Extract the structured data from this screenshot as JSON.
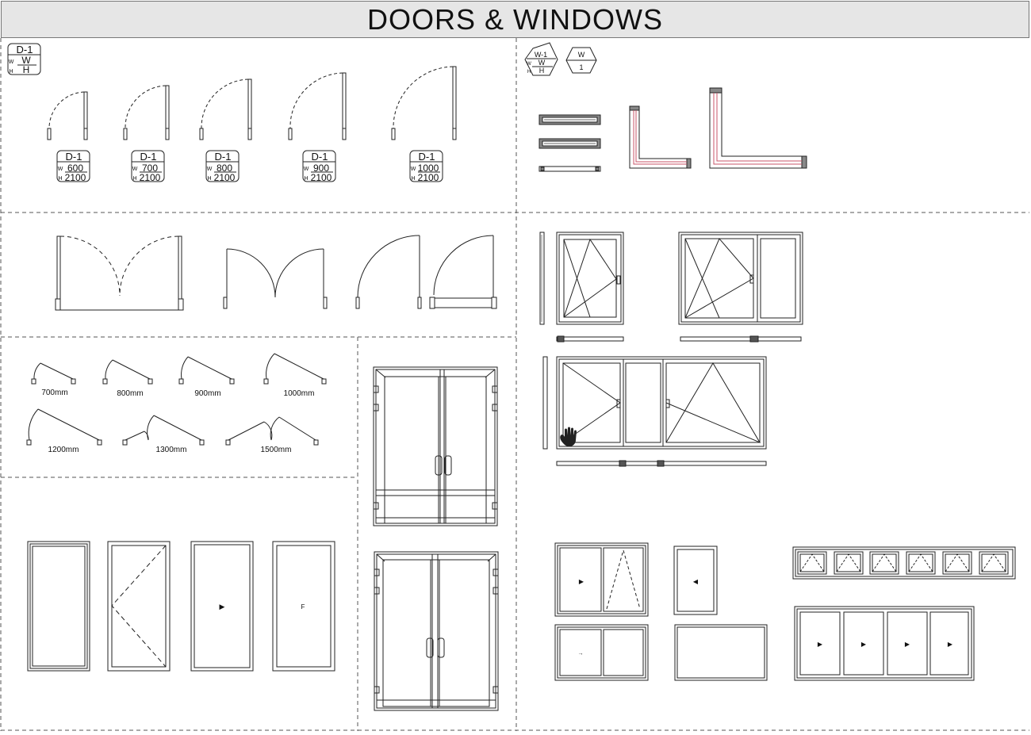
{
  "title": "DOORS & WINDOWS",
  "door_tag_legend": {
    "id": "D-1",
    "w": "W",
    "h": "H",
    "w_prefix": "W",
    "h_prefix": "H"
  },
  "door_tags": [
    {
      "id": "D-1",
      "w": "600",
      "h": "2100"
    },
    {
      "id": "D-1",
      "w": "700",
      "h": "2100"
    },
    {
      "id": "D-1",
      "w": "800",
      "h": "2100"
    },
    {
      "id": "D-1",
      "w": "900",
      "h": "2100"
    },
    {
      "id": "D-1",
      "w": "1000",
      "h": "2100"
    }
  ],
  "window_tag_legend": {
    "id": "W-1",
    "w": "W",
    "h": "H",
    "w_prefix": "W",
    "h_prefix": "H"
  },
  "window_type_tag": {
    "top": "W",
    "bottom": "1"
  },
  "door_swing_sizes": [
    "700mm",
    "800mm",
    "900mm",
    "1000mm",
    "1200mm",
    "1300mm",
    "1500mm"
  ],
  "door_elevation_marks": {
    "arrow": "▶",
    "letter": "F"
  },
  "window_elevation_marks": {
    "arrow_right": "▶",
    "arrow_left": "◀",
    "small": "→"
  }
}
